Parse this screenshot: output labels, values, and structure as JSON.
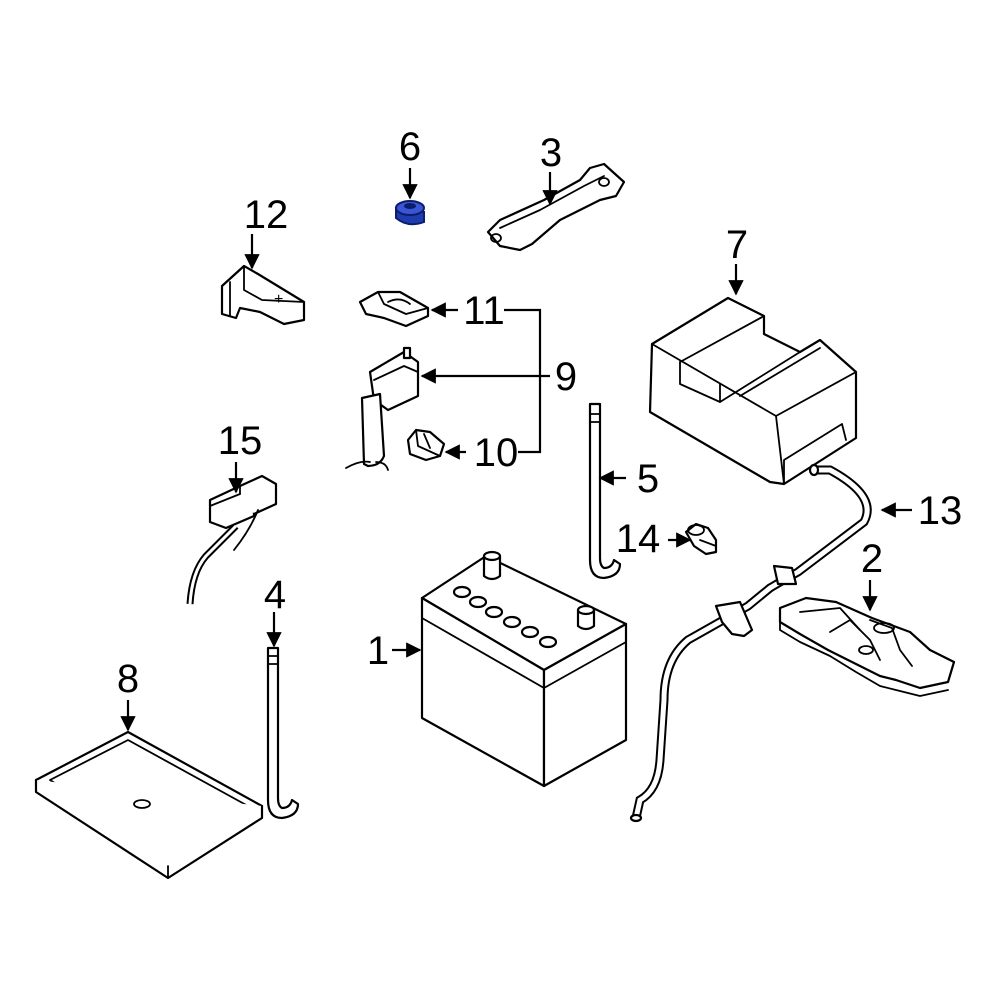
{
  "callouts": [
    {
      "id": "1",
      "text": "1"
    },
    {
      "id": "2",
      "text": "2"
    },
    {
      "id": "3",
      "text": "3"
    },
    {
      "id": "4",
      "text": "4"
    },
    {
      "id": "5",
      "text": "5"
    },
    {
      "id": "6",
      "text": "6"
    },
    {
      "id": "7",
      "text": "7"
    },
    {
      "id": "8",
      "text": "8"
    },
    {
      "id": "9",
      "text": "9"
    },
    {
      "id": "10",
      "text": "10"
    },
    {
      "id": "11",
      "text": "11"
    },
    {
      "id": "12",
      "text": "12"
    },
    {
      "id": "13",
      "text": "13"
    },
    {
      "id": "14",
      "text": "14"
    },
    {
      "id": "15",
      "text": "15"
    }
  ],
  "terminal_symbol": "+",
  "colors": {
    "line": "#000000",
    "background": "#ffffff",
    "highlight": "#1f3bb0",
    "highlight_dark": "#0c1d6b"
  }
}
